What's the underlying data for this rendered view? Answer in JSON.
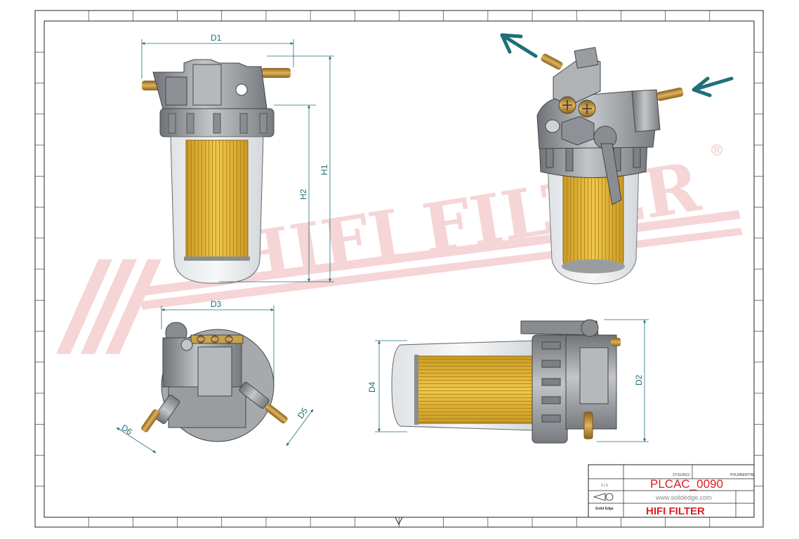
{
  "dimensions": {
    "d1": "D1",
    "d2": "D2",
    "d3": "D3",
    "d4": "D4",
    "d5": "D5",
    "d6": "D6",
    "h1": "H1",
    "h2": "H2"
  },
  "title_block": {
    "date": "27/11/2012",
    "author": "POUXBERTHE",
    "sheet": "1 / 1",
    "part_number": "PLCAC_0090",
    "website": "www.solidedge.com",
    "software": "Solid Edge",
    "brand": "HIFI FILTER"
  },
  "watermark": {
    "text": "HIFI FILTER",
    "registered": "®"
  },
  "colors": {
    "dimension": "#1f6f78",
    "watermark": "#f4c7c9",
    "brand_red": "#d91f26",
    "filter_paper": "#e3b93a",
    "metal_body": "#9a9da0",
    "brass": "#b8862f"
  }
}
